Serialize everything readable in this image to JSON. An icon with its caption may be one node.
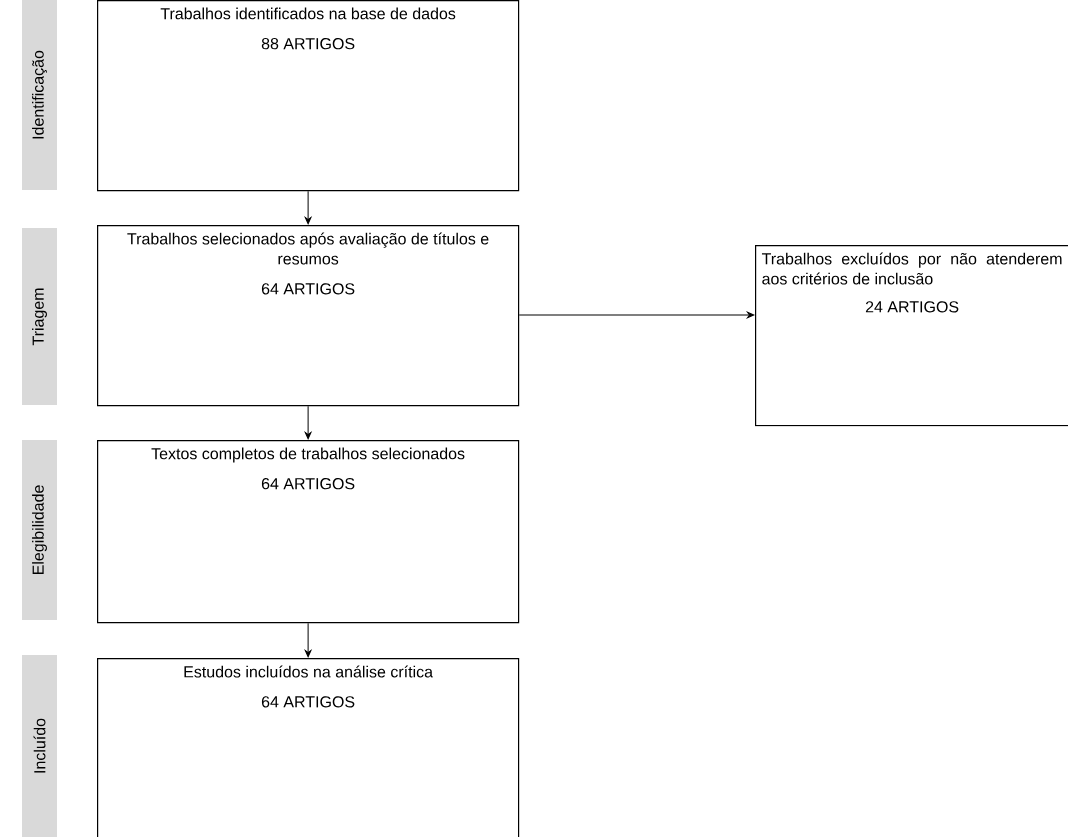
{
  "diagram": {
    "nodes": [
      {
        "text": [
          "Identificação"
        ]
      },
      {
        "text": [
          "Trabalhos identificados na base de dados",
          "88 ARTIGOS"
        ]
      },
      {
        "text": [
          "Triagem"
        ]
      },
      {
        "text": [
          "Trabalhos selecionados após avaliação de títulos e resumos",
          "64 ARTIGOS"
        ]
      },
      {
        "text": [
          "Trabalhos excluídos por não atenderem aos critérios de inclusão",
          "24 ARTIGOS"
        ]
      },
      {
        "text": [
          "Elegibilidade"
        ]
      },
      {
        "text": [
          "Textos completos de trabalhos selecionados",
          "64 ARTIGOS"
        ]
      },
      {
        "text": [
          "Incluído"
        ]
      },
      {
        "text": [
          "Estudos incluídos na análise crítica",
          "64 ARTIGOS"
        ]
      }
    ],
    "edges": [
      {
        "from": 1,
        "to": 3,
        "arrow": "to"
      },
      {
        "from": 3,
        "to": 4,
        "arrow": "to"
      },
      {
        "from": 3,
        "to": 6,
        "arrow": "to"
      },
      {
        "from": 6,
        "to": 8,
        "arrow": "to"
      }
    ]
  }
}
